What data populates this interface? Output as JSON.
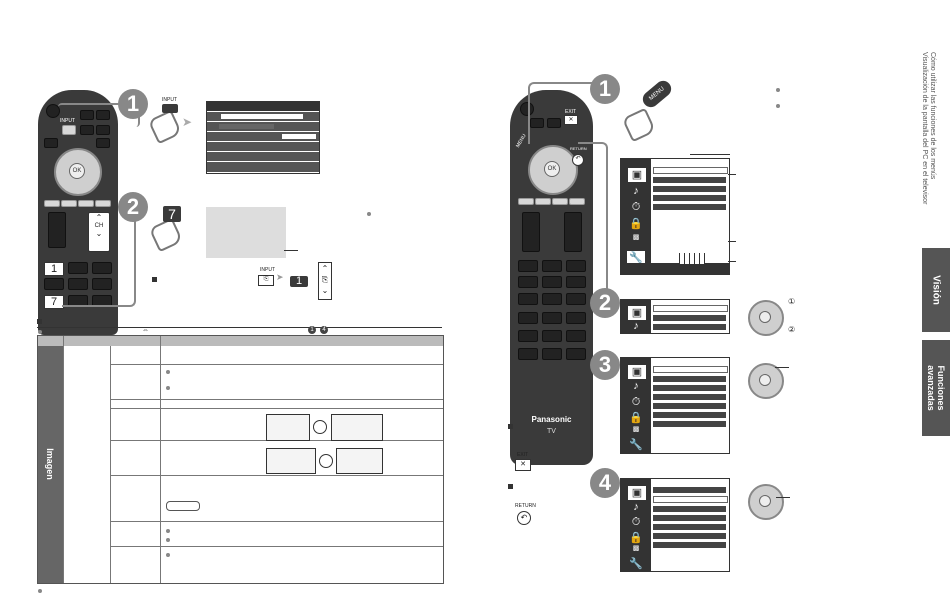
{
  "remote_left": {
    "input_label": "INPUT",
    "ch_label": "CH",
    "key_1": "1",
    "key_7": "7",
    "ok_label": "OK"
  },
  "remote_right": {
    "exit_label": "EXIT",
    "return_label": "RETURN",
    "menu_label": "MENU",
    "ok_label": "OK",
    "brand": "Panasonic",
    "model": "TV"
  },
  "steps": {
    "left_1": "1",
    "left_2": "2",
    "right_1": "1",
    "right_2": "2",
    "right_3": "3",
    "right_4": "4"
  },
  "left_step1": {
    "input_key_label": "INPUT"
  },
  "left_step2": {
    "key_7": "7",
    "sequence_input_label": "INPUT",
    "sequence_key_1": "1"
  },
  "table_note": {
    "circled_range_start": "1",
    "circled_range_end": "4"
  },
  "table": {
    "category_label": "Imagen"
  },
  "right_panel": {
    "exit_key_label": "EXIT",
    "return_key_label": "RETURN",
    "callout_1": "①",
    "callout_2": "②"
  },
  "side": {
    "vertical_text_1": "Cómo utilizar las funciones de los menús",
    "vertical_text_2": "Visualización de la pantalla del PC en el televisor",
    "tab_vision": "Visión",
    "tab_funciones_1": "Funciones",
    "tab_funciones_2": "avanzadas"
  }
}
